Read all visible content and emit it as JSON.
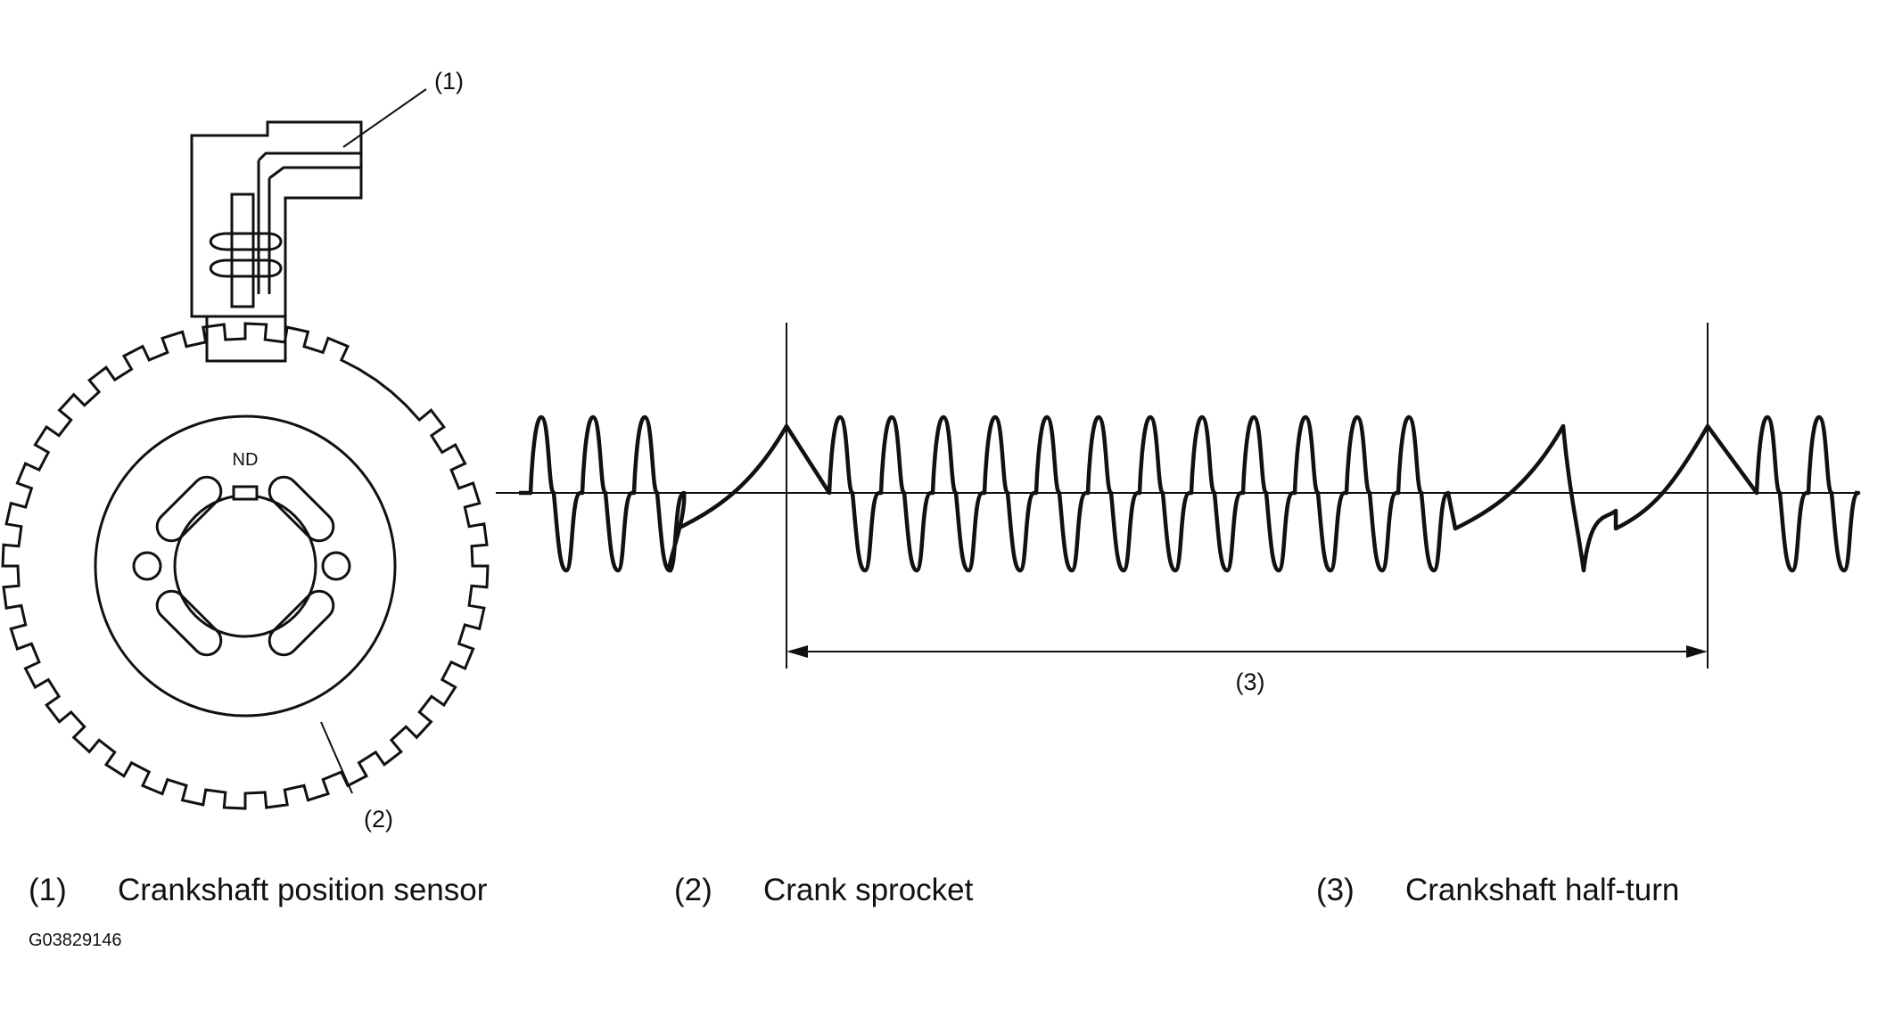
{
  "diagram": {
    "sprocket_marking": "ND",
    "callouts": [
      "(1)",
      "(2)",
      "(3)"
    ]
  },
  "legend": [
    {
      "number": "(1)",
      "text": "Crankshaft position sensor"
    },
    {
      "number": "(2)",
      "text": "Crank sprocket"
    },
    {
      "number": "(3)",
      "text": "Crankshaft half-turn"
    }
  ],
  "figure_code": "G03829146",
  "colors": {
    "ink": "#111111",
    "background": "#ffffff"
  }
}
